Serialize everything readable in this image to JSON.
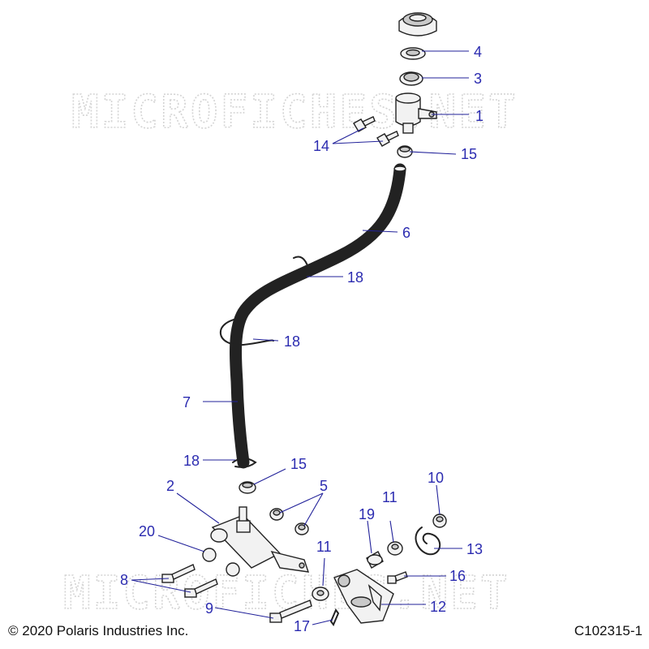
{
  "watermark": "MICROFICHES.NET",
  "copyright": "© 2020 Polaris Industries Inc.",
  "diagram_id": "C102315-1",
  "callouts": {
    "c1": "1",
    "c2": "2",
    "c3": "3",
    "c4": "4",
    "c5": "5",
    "c6": "6",
    "c7": "7",
    "c8": "8",
    "c9": "9",
    "c10": "10",
    "c11a": "11",
    "c11b": "11",
    "c12": "12",
    "c13": "13",
    "c14": "14",
    "c15a": "15",
    "c15b": "15",
    "c16": "16",
    "c17": "17",
    "c18a": "18",
    "c18b": "18",
    "c18c": "18",
    "c19": "19",
    "c20": "20"
  },
  "colors": {
    "callout": "#2b2bb0",
    "leader": "#22229a",
    "line": "#222222"
  }
}
